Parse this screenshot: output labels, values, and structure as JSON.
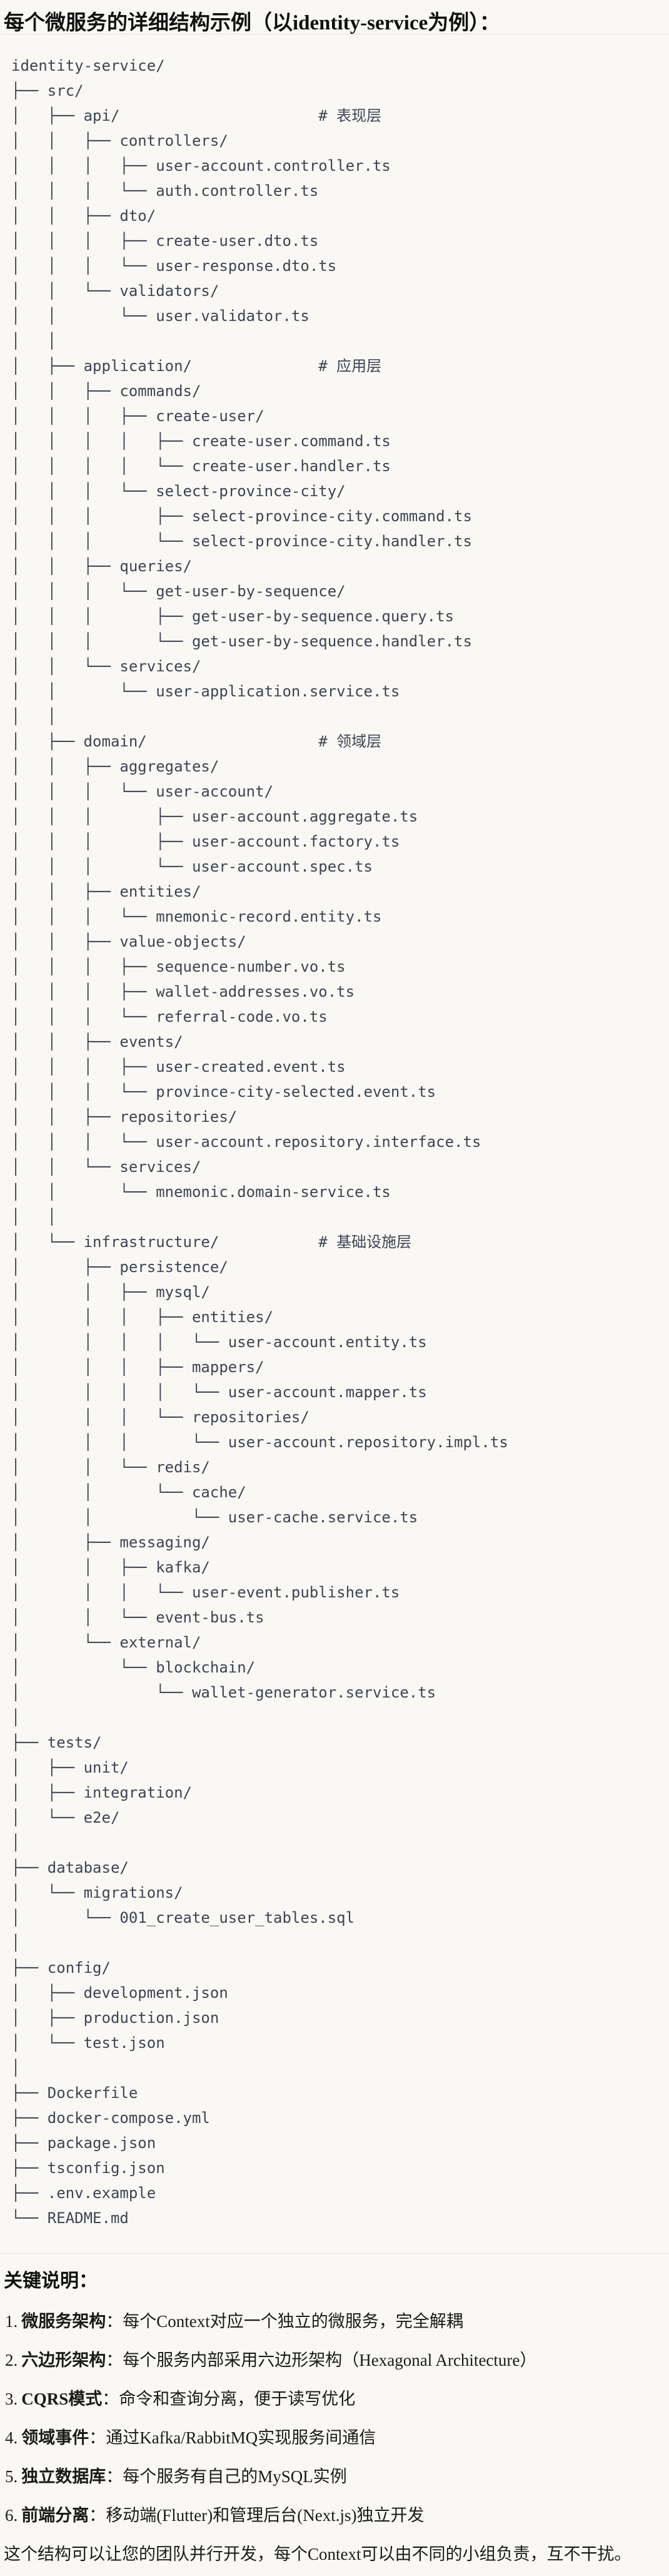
{
  "page": {
    "title": "每个微服务的详细结构示例（以identity-service为例）：",
    "tree": "identity-service/\n├── src/\n│   ├── api/                      # 表现层\n│   │   ├── controllers/\n│   │   │   ├── user-account.controller.ts\n│   │   │   └── auth.controller.ts\n│   │   ├── dto/\n│   │   │   ├── create-user.dto.ts\n│   │   │   └── user-response.dto.ts\n│   │   └── validators/\n│   │       └── user.validator.ts\n│   │\n│   ├── application/              # 应用层\n│   │   ├── commands/\n│   │   │   ├── create-user/\n│   │   │   │   ├── create-user.command.ts\n│   │   │   │   └── create-user.handler.ts\n│   │   │   └── select-province-city/\n│   │   │       ├── select-province-city.command.ts\n│   │   │       └── select-province-city.handler.ts\n│   │   ├── queries/\n│   │   │   └── get-user-by-sequence/\n│   │   │       ├── get-user-by-sequence.query.ts\n│   │   │       └── get-user-by-sequence.handler.ts\n│   │   └── services/\n│   │       └── user-application.service.ts\n│   │\n│   ├── domain/                   # 领域层\n│   │   ├── aggregates/\n│   │   │   └── user-account/\n│   │   │       ├── user-account.aggregate.ts\n│   │   │       ├── user-account.factory.ts\n│   │   │       └── user-account.spec.ts\n│   │   ├── entities/\n│   │   │   └── mnemonic-record.entity.ts\n│   │   ├── value-objects/\n│   │   │   ├── sequence-number.vo.ts\n│   │   │   ├── wallet-addresses.vo.ts\n│   │   │   └── referral-code.vo.ts\n│   │   ├── events/\n│   │   │   ├── user-created.event.ts\n│   │   │   └── province-city-selected.event.ts\n│   │   ├── repositories/\n│   │   │   └── user-account.repository.interface.ts\n│   │   └── services/\n│   │       └── mnemonic.domain-service.ts\n│   │\n│   └── infrastructure/           # 基础设施层\n│       ├── persistence/\n│       │   ├── mysql/\n│       │   │   ├── entities/\n│       │   │   │   └── user-account.entity.ts\n│       │   │   ├── mappers/\n│       │   │   │   └── user-account.mapper.ts\n│       │   │   └── repositories/\n│       │   │       └── user-account.repository.impl.ts\n│       │   └── redis/\n│       │       └── cache/\n│       │           └── user-cache.service.ts\n│       ├── messaging/\n│       │   ├── kafka/\n│       │   │   └── user-event.publisher.ts\n│       │   └── event-bus.ts\n│       └── external/\n│           └── blockchain/\n│               └── wallet-generator.service.ts\n│\n├── tests/\n│   ├── unit/\n│   ├── integration/\n│   └── e2e/\n│\n├── database/\n│   └── migrations/\n│       └── 001_create_user_tables.sql\n│\n├── config/\n│   ├── development.json\n│   ├── production.json\n│   └── test.json\n│\n├── Dockerfile\n├── docker-compose.yml\n├── package.json\n├── tsconfig.json\n├── .env.example\n└── README.md",
    "tree_comments": [
      "# 表现层",
      "# 应用层",
      "# 领域层",
      "# 基础设施层"
    ],
    "notes": {
      "heading": "关键说明：",
      "items": [
        {
          "num": "1.",
          "term": "微服务架构",
          "desc": "：每个Context对应一个独立的微服务，完全解耦"
        },
        {
          "num": "2.",
          "term": "六边形架构",
          "desc": "：每个服务内部采用六边形架构（Hexagonal Architecture）"
        },
        {
          "num": "3.",
          "term": "CQRS模式",
          "desc": "：命令和查询分离，便于读写优化"
        },
        {
          "num": "4.",
          "term": "领域事件",
          "desc": "：通过Kafka/RabbitMQ实现服务间通信"
        },
        {
          "num": "5.",
          "term": "独立数据库",
          "desc": "：每个服务有自己的MySQL实例"
        },
        {
          "num": "6.",
          "term": "前端分离",
          "desc": "：移动端(Flutter)和管理后台(Next.js)独立开发"
        }
      ],
      "closing": "这个结构可以让您的团队并行开发，每个Context可以由不同的小组负责，互不干扰。"
    },
    "colors": {
      "page_background": "#f9f8f4",
      "tree_text": "#3e4452",
      "heading_text": "#0f0f0f",
      "divider": "#e3e1da"
    }
  }
}
